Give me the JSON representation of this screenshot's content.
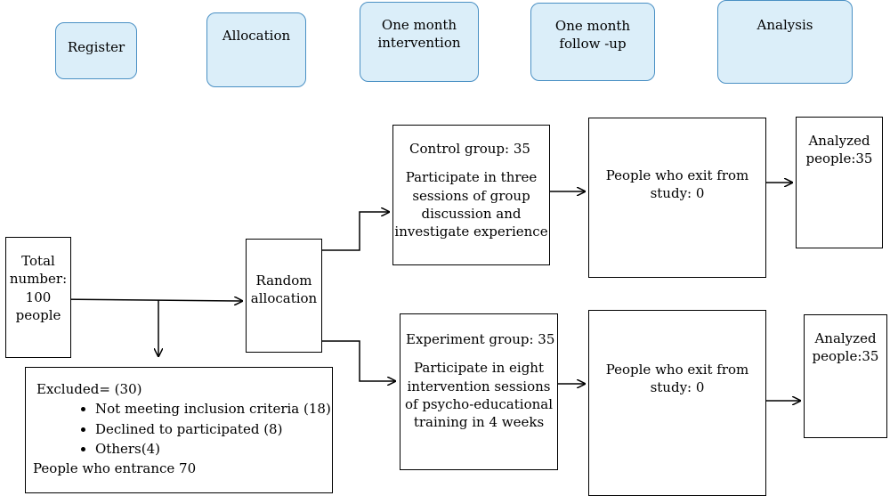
{
  "stages": {
    "register": "Register",
    "allocation": "Allocation",
    "intervention": [
      "One month",
      "intervention"
    ],
    "followup": [
      "One month",
      "follow -up"
    ],
    "analysis": "Analysis"
  },
  "total": [
    "Total",
    "number:",
    "100",
    "people"
  ],
  "random": [
    "Random",
    "allocation"
  ],
  "excluded": {
    "title": "Excluded= (30)",
    "items": [
      "Not meeting inclusion criteria (18)",
      "Declined to participated (8)",
      "Others(4)"
    ],
    "footer": "People who entrance 70"
  },
  "control": {
    "title": "Control group: 35",
    "desc": [
      "Participate in three",
      "sessions of group",
      "discussion and",
      "investigate experience"
    ]
  },
  "experiment": {
    "title": "Experiment group: 35",
    "desc": [
      "Participate in eight",
      "intervention sessions",
      "of psycho-educational",
      "training in 4 weeks"
    ]
  },
  "exit_control": [
    "People who exit from",
    "study: 0"
  ],
  "exit_experiment": [
    "People who exit from",
    "study: 0"
  ],
  "analyzed_control": [
    "Analyzed",
    "people:35"
  ],
  "analyzed_experiment": [
    "Analyzed",
    "people:35"
  ],
  "colors": {
    "stage_fill": "#dbeef9",
    "stage_border": "#4a90c4",
    "box_border": "#000000"
  }
}
